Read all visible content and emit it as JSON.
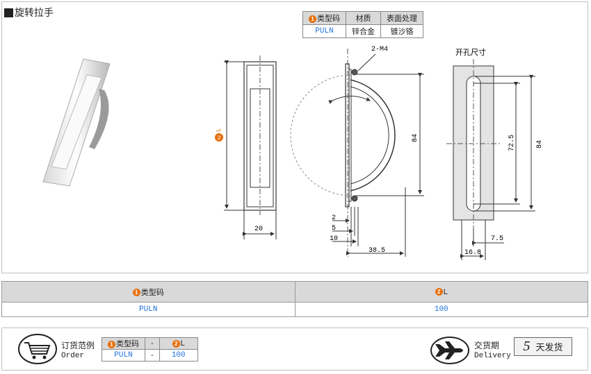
{
  "section_title": "旋转拉手",
  "spec_table": {
    "headers": {
      "type_code": "类型码",
      "material": "材质",
      "surface": "表面处理"
    },
    "badge_1": "1",
    "row": {
      "type_code": "PULN",
      "material": "锌合金",
      "surface": "镀沙铬"
    }
  },
  "drawing": {
    "front_dims": {
      "height_label": "L",
      "height_badge": "2",
      "width": "20"
    },
    "side_dims": {
      "thread": "2-M4",
      "height": "84",
      "d1": "2",
      "d2": "5",
      "d3": "10",
      "depth": "38.5"
    },
    "cutout": {
      "title": "开孔尺寸",
      "height": "84",
      "slot": "72.5",
      "offset": "7.5",
      "width": "16.8"
    }
  },
  "main_table": {
    "col1_badge": "1",
    "col1": "类型码",
    "col2_badge": "2",
    "col2": "L",
    "row": {
      "type_code": "PULN",
      "L": "100"
    }
  },
  "order": {
    "cn": "订货范例",
    "en": "Order",
    "headers": {
      "badge1": "1",
      "type_code": "类型码",
      "dash": "-",
      "badge2": "2",
      "L": "L"
    },
    "row": {
      "type_code": "PULN",
      "dash": "-",
      "L": "100"
    }
  },
  "delivery": {
    "cn": "交货期",
    "en": "Delivery",
    "days": "5",
    "unit": "天发货"
  },
  "colors": {
    "badge": "#e8700d",
    "code_blue": "#1e6fd9",
    "header_gray": "#d9d9d9"
  }
}
